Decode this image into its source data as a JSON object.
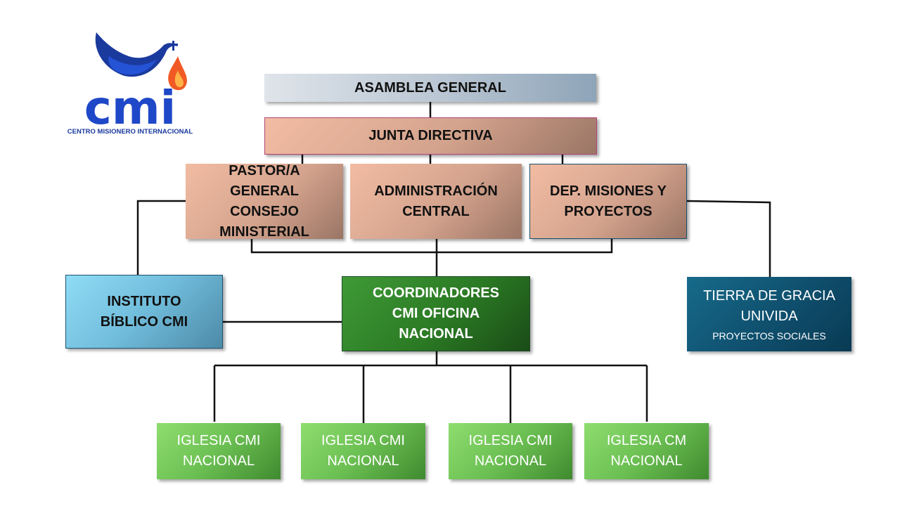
{
  "logo": {
    "wordmark": "cmi",
    "tagline": "CENTRO MISIONERO INTERNACIONAL",
    "colors": {
      "primary": "#1f48c8",
      "dove": "#1b3a9e",
      "flame": "#f15a24"
    },
    "icons": [
      "dove-icon",
      "cross-icon",
      "flame-icon"
    ]
  },
  "nodes": {
    "asamblea": {
      "lines": [
        "ASAMBLEA GENERAL"
      ]
    },
    "junta": {
      "lines": [
        "JUNTA DIRECTIVA"
      ]
    },
    "pastor": {
      "lines": [
        "PASTOR/A",
        "GENERAL",
        "CONSEJO",
        "MINISTERIAL"
      ]
    },
    "admin": {
      "lines": [
        "ADMINISTRACIÓN",
        "CENTRAL"
      ]
    },
    "dep": {
      "lines": [
        "DEP. MISIONES Y",
        "PROYECTOS"
      ]
    },
    "instituto": {
      "lines": [
        "INSTITUTO",
        "BÍBLICO CMI"
      ]
    },
    "coord": {
      "lines": [
        "COORDINADORES",
        "CMI OFICINA",
        "NACIONAL"
      ]
    },
    "tierra": {
      "lines": [
        "TIERRA DE GRACIA",
        "UNIVIDA"
      ],
      "sub": "PROYECTOS SOCIALES"
    },
    "iglesia1": {
      "lines": [
        "IGLESIA CMI",
        "NACIONAL"
      ]
    },
    "iglesia2": {
      "lines": [
        "IGLESIA CMI",
        "NACIONAL"
      ]
    },
    "iglesia3": {
      "lines": [
        "IGLESIA CMI",
        "NACIONAL"
      ]
    },
    "iglesia4": {
      "lines": [
        "IGLESIA CM",
        "NACIONAL"
      ]
    }
  },
  "colors": {
    "connector": "#111111",
    "peach": "#e3ad95",
    "coordinator_green": "#2b7a24",
    "institute_blue": "#70bcdb",
    "tierra_blue": "#0f4f6d",
    "church_green": "#6bbf52"
  }
}
